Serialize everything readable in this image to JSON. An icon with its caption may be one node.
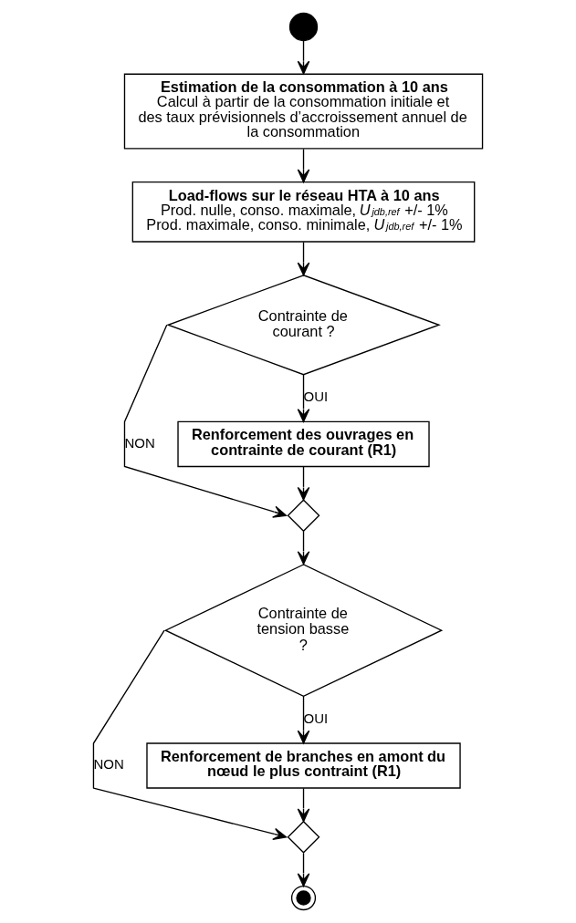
{
  "diagram": {
    "nodes": [
      {
        "text": [],
        "shape": "circle"
      },
      {
        "text": [
          "Estimation de la consommation à 10 ans",
          "Calcul à partir de la consommation initiale et des taux prévisionnels d’accroissement annuel de la consommation"
        ]
      },
      {
        "text": [
          "Load-flows sur le réseau HTA à 10 ans",
          "Prod. nulle, conso. maximale, *U*$_{jdb,ref}$ +/- 1%",
          "Prod. maximale, conso. minimale, *U*$_{jdb,ref}$ +/- 1%"
        ]
      },
      {
        "text": [
          "Contrainte de courant ?"
        ]
      },
      {
        "text": [
          "Renforcement des ouvrages en contrainte de courant (R1)"
        ]
      },
      {
        "text": [],
        "shape": "diamond"
      },
      {
        "text": [
          "Contrainte de tension basse ?"
        ]
      },
      {
        "text": [
          "Renforcement de branches en amont du nœud le plus contraint (R1)"
        ]
      },
      {
        "text": [],
        "shape": "diamond"
      },
      {
        "text": [],
        "shape": "circle"
      }
    ],
    "edges": [
      {
        "from": 0,
        "to": 1,
        "arrow": "to"
      },
      {
        "from": 1,
        "to": 2,
        "arrow": "to"
      },
      {
        "from": 2,
        "to": 3,
        "arrow": "to"
      },
      {
        "from": 3,
        "to": 4,
        "arrow": "to",
        "label": "OUI"
      },
      {
        "from": 3,
        "to": 5,
        "arrow": "to",
        "label": "NON"
      },
      {
        "from": 4,
        "to": 5,
        "arrow": "to"
      },
      {
        "from": 5,
        "to": 6,
        "arrow": "to"
      },
      {
        "from": 6,
        "to": 7,
        "arrow": "to",
        "label": "OUI"
      },
      {
        "from": 6,
        "to": 8,
        "arrow": "to",
        "label": "NON"
      },
      {
        "from": 7,
        "to": 8,
        "arrow": "to"
      },
      {
        "from": 8,
        "to": 9,
        "arrow": "to"
      }
    ]
  }
}
